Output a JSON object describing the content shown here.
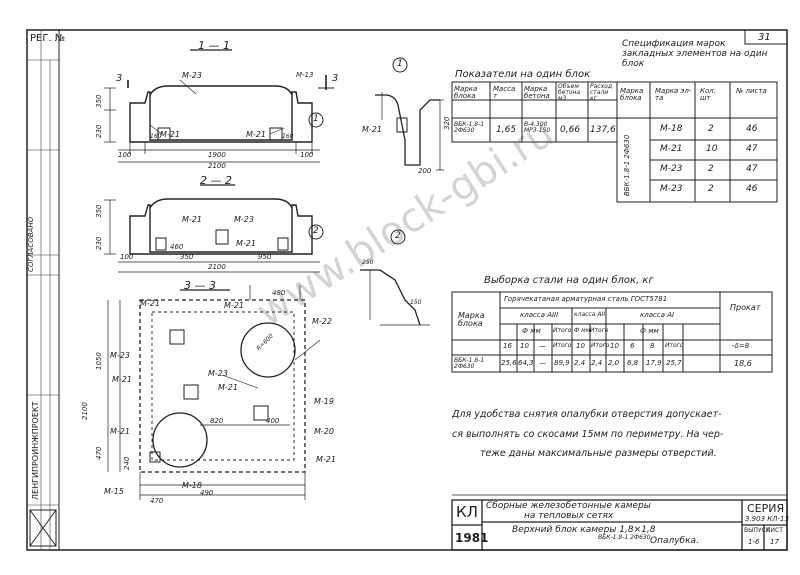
{
  "sheet_number": "31",
  "reg_stamp": "РЕГ. №",
  "watermark": "www.block-gbi.ru",
  "sections": {
    "s11": "1 — 1",
    "s22": "2 — 2",
    "s33": "3 — 3",
    "arrow3": "3",
    "node1": "1",
    "node2": "2"
  },
  "marks": {
    "m23": "М-23",
    "m13": "М-13",
    "m21": "М-21",
    "m18": "М-18",
    "m22": "М-22",
    "m19": "М-19",
    "m20": "М-20",
    "m15": "М-15"
  },
  "dims": {
    "d100": "100",
    "d2100": "2100",
    "d1900": "1900",
    "d350": "350",
    "d230": "230",
    "d160": "160",
    "d950": "950",
    "d460": "460",
    "d1050": "1050",
    "d480": "480",
    "d820": "820",
    "d400": "400",
    "d490": "490",
    "d240": "240",
    "d470": "470",
    "d200": "200",
    "d150": "150",
    "d250": "250",
    "d320": "320",
    "r600": "R=600"
  },
  "indicators": {
    "title": "Показатели на один блок",
    "headers": [
      "Марка блока",
      "Масса т",
      "Марка бетона",
      "Объем бетона м3",
      "Расход стали кг"
    ],
    "row": [
      "ВБК-1.8-1 2Ф630",
      "1,65",
      "В-4,300 МРЗ-150",
      "0,66",
      "137,6"
    ]
  },
  "spec": {
    "title": "Спецификация марок закладных элементов на один блок",
    "headers": [
      "Марка блока",
      "Марка эл-та",
      "Кол. шт",
      "№ листа"
    ],
    "block": "ВБК-1.8-1 2Ф630",
    "rows": [
      [
        "М-18",
        "2",
        "46"
      ],
      [
        "М-21",
        "10",
        "47"
      ],
      [
        "М-23",
        "2",
        "47"
      ],
      [
        "М-23",
        "2",
        "46"
      ]
    ]
  },
  "steel": {
    "title": "Выборка стали на один блок, кг",
    "group": "Горячекатаная арматурная сталь ГОСТ5781",
    "class_a3": "класса АIII",
    "class_a2": "класса АII",
    "class_a1": "класса АI",
    "dia": "Ф мм",
    "total": "Итого",
    "rolled": "Прокат",
    "block_col": "Марка блока",
    "diam_row": [
      "16",
      "10",
      "—",
      "Итого",
      "10",
      "Итого",
      "10",
      "6",
      "8",
      "Итого"
    ],
    "block": "ВБК-1.8-1 2Ф630",
    "values": [
      "25,6",
      "64,3",
      "—",
      "89,9",
      "2,4",
      "2,4",
      "2,0",
      "6,8",
      "17,9",
      "25,7"
    ],
    "rolled_head": "-δ=8",
    "rolled_val": "18,6"
  },
  "note": {
    "line1": "Для удобства снятия опалубки отверстия допускает-",
    "line2": "ся выполнять со скосами 15мм по периметру. На чер-",
    "line3": "теже даны максимальные размеры отверстий."
  },
  "title_block": {
    "kl": "КЛ",
    "year": "1981",
    "series_label": "СЕРИЯ",
    "series_value": "3.903 КЛ-13",
    "title1": "Сборные железобетонные камеры",
    "title2": "на тепловых сетях",
    "sheet_title1": "Верхний блок камеры  1,8×1,8",
    "sheet_title2": "ВБК-1.8-1 2Ф630",
    "sheet_title3": "Опалубка.",
    "issue_label": "ВЫПУСК",
    "issue_value": "1-6",
    "list_label": "ЛИСТ",
    "list_value": "17",
    "org": "ЛЕНГИПРОИНЖПРОЕКТ",
    "agreed": "СОГЛАСОВАНО"
  }
}
